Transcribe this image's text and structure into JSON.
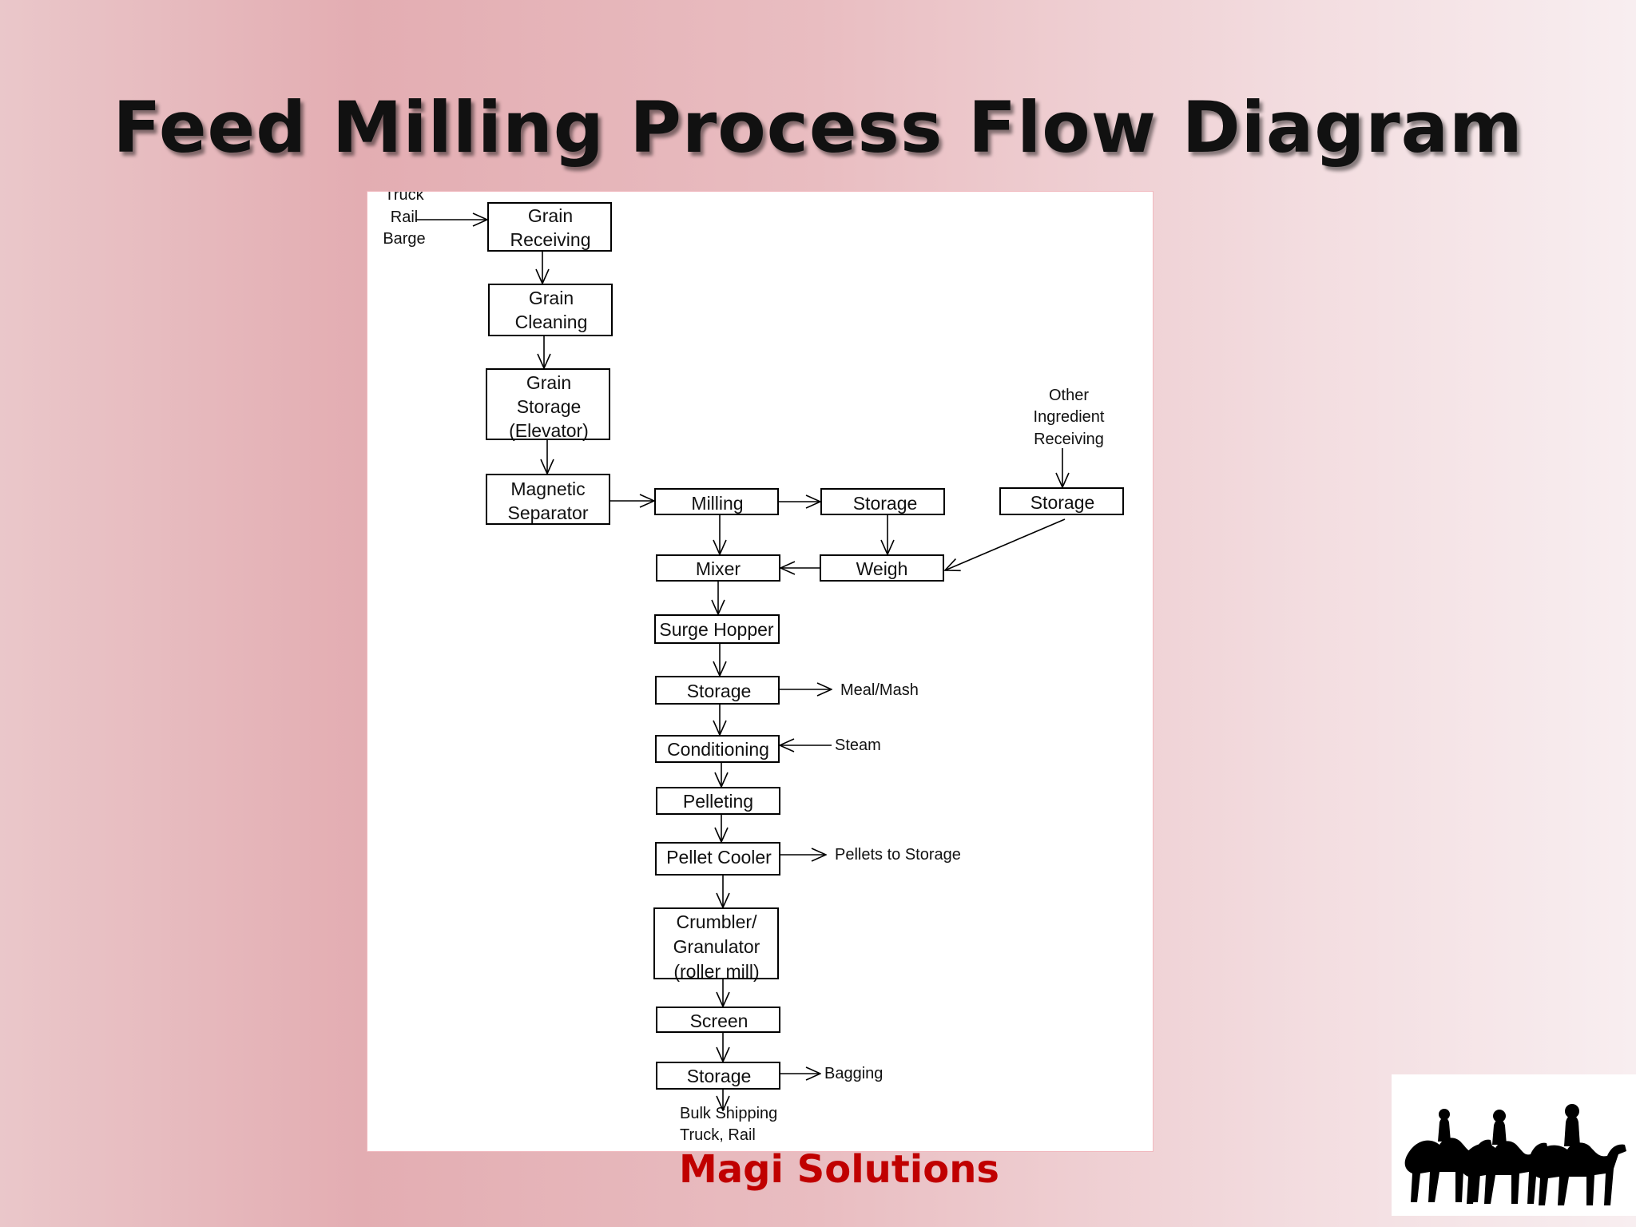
{
  "title": "Feed Milling Process Flow Diagram",
  "brand": "Magi Solutions",
  "nodes": {
    "grain_receiving": [
      "Grain",
      "Receiving"
    ],
    "grain_cleaning": [
      "Grain",
      "Cleaning"
    ],
    "grain_storage": [
      "Grain",
      "Storage",
      "(Elevator)"
    ],
    "magnetic_separator": [
      "Magnetic",
      "Separator"
    ],
    "milling": [
      "Milling"
    ],
    "storage_1": [
      "Storage"
    ],
    "storage_2": [
      "Storage"
    ],
    "mixer": [
      "Mixer"
    ],
    "weigh": [
      "Weigh"
    ],
    "surge_hopper": [
      "Surge Hopper"
    ],
    "storage_3": [
      "Storage"
    ],
    "conditioning": [
      "Conditioning"
    ],
    "pelleting": [
      "Pelleting"
    ],
    "pellet_cooler": [
      "Pellet Cooler"
    ],
    "crumbler": [
      "Crumbler/",
      "Granulator",
      "(roller mill)"
    ],
    "screen": [
      "Screen"
    ],
    "storage_4": [
      "Storage"
    ]
  },
  "labels": {
    "inputs": [
      "Truck",
      "Rail",
      "Barge"
    ],
    "other_ingredient": [
      "Other",
      "Ingredient",
      "Receiving"
    ],
    "meal_mash": "Meal/Mash",
    "steam": "Steam",
    "pellets_to_storage": "Pellets to Storage",
    "bagging": "Bagging",
    "bulk_shipping": [
      "Bulk Shipping",
      "Truck, Rail"
    ]
  },
  "colors": {
    "brand": "#c00000"
  }
}
